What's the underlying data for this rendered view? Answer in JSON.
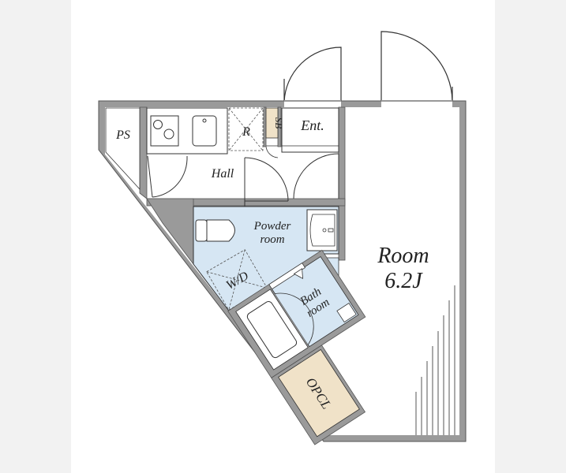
{
  "labels": {
    "ps": "PS",
    "refrigerator": "R",
    "shoe_box": "SB",
    "entrance": "Ent.",
    "hall": "Hall",
    "powder_room_1": "Powder",
    "powder_room_2": "room",
    "washer_dryer": "W/D",
    "bath_room_1": "Bath",
    "bath_room_2": "room",
    "opcl": "OPCL",
    "room_1": "Room",
    "room_2": "6.2J"
  },
  "colors": {
    "wall": "#9a9a9a",
    "wet_area": "#d6e6f3",
    "storage": "#f0e2c8",
    "floor": "#ffffff"
  }
}
